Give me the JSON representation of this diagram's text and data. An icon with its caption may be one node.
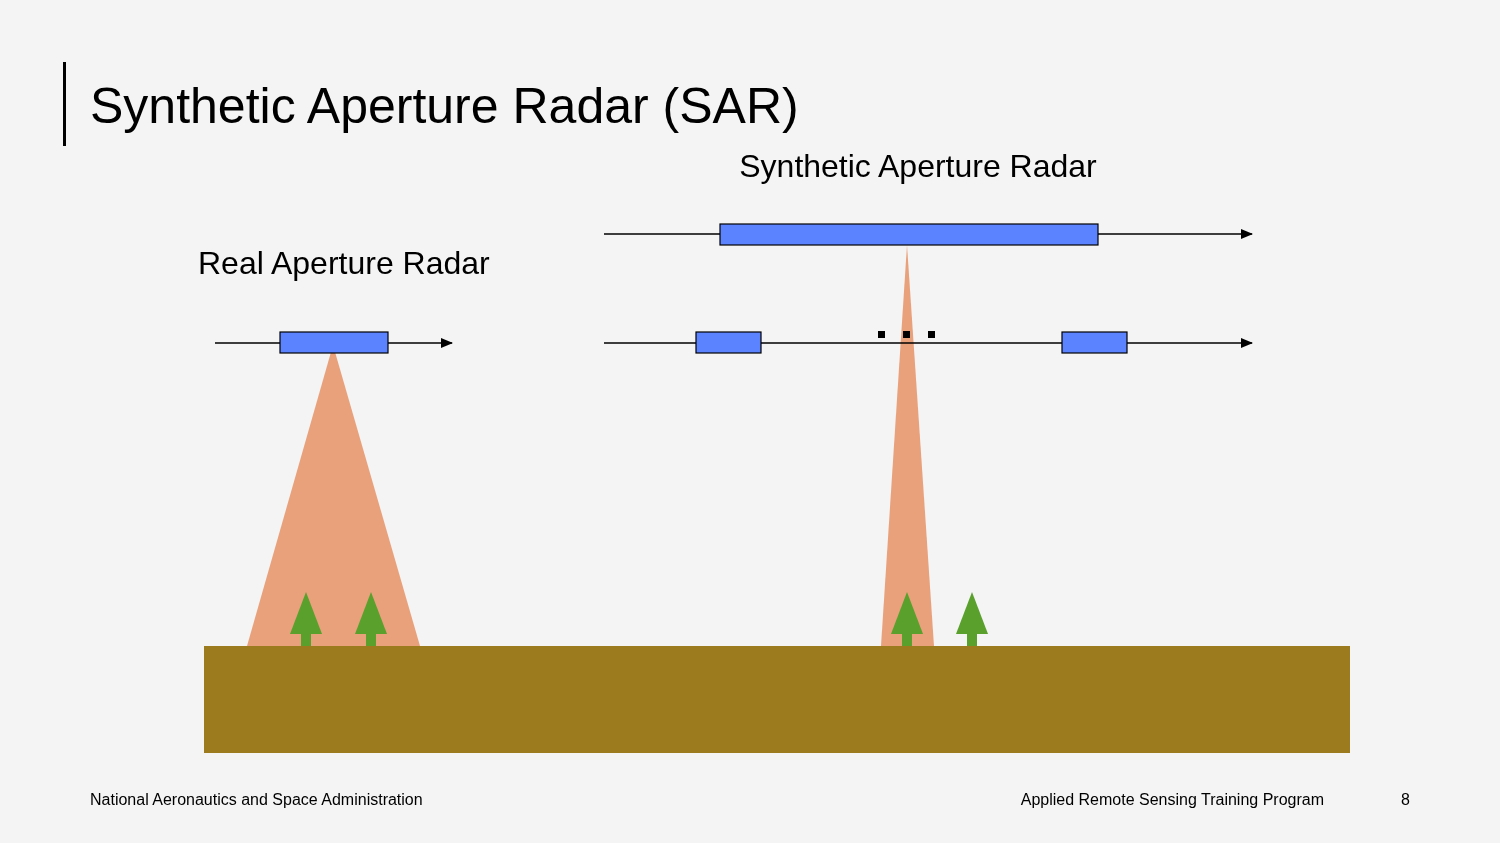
{
  "diagram": {
    "title": "Synthetic Aperture Radar (SAR)",
    "labels": [
      "Synthetic Aperture Radar",
      "Real Aperture Radar",
      "National Aeronautics and Space Administration",
      "Applied Remote Sensing Training Program",
      "8"
    ]
  }
}
